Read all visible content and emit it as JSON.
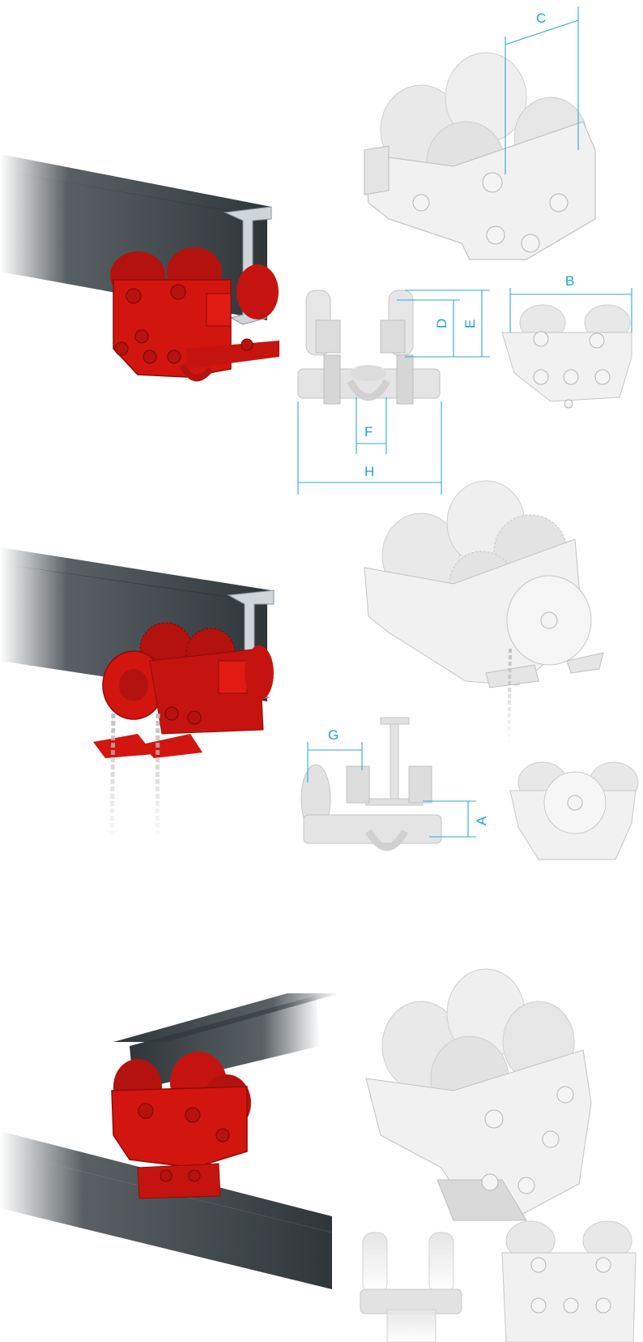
{
  "colors": {
    "trolley_red": "#d3150f",
    "beam_dark": "#3c4449",
    "dimension_line": "#2aa8df",
    "render_white": "#ececec"
  },
  "dimension_labels": {
    "A": "A",
    "B": "B",
    "C": "C",
    "D": "D",
    "E": "E",
    "F": "F",
    "G": "G",
    "H": "H"
  }
}
